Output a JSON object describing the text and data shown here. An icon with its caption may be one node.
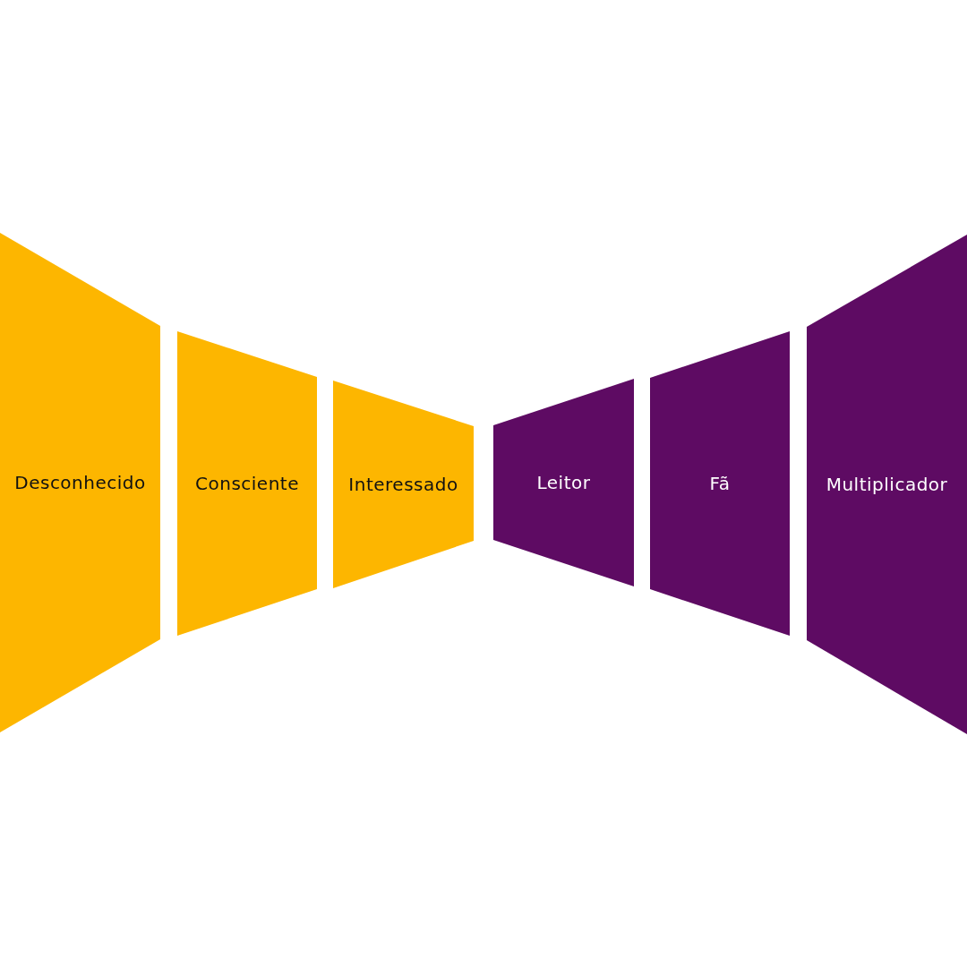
{
  "diagram": {
    "nodes": [
      {
        "text": [
          "Desconhecido"
        ]
      },
      {
        "text": [
          "Consciente"
        ]
      },
      {
        "text": [
          "Interessado"
        ]
      },
      {
        "text": [
          "Leitor"
        ]
      },
      {
        "text": [
          "Fã"
        ]
      },
      {
        "text": [
          "Multiplicador"
        ]
      }
    ]
  }
}
